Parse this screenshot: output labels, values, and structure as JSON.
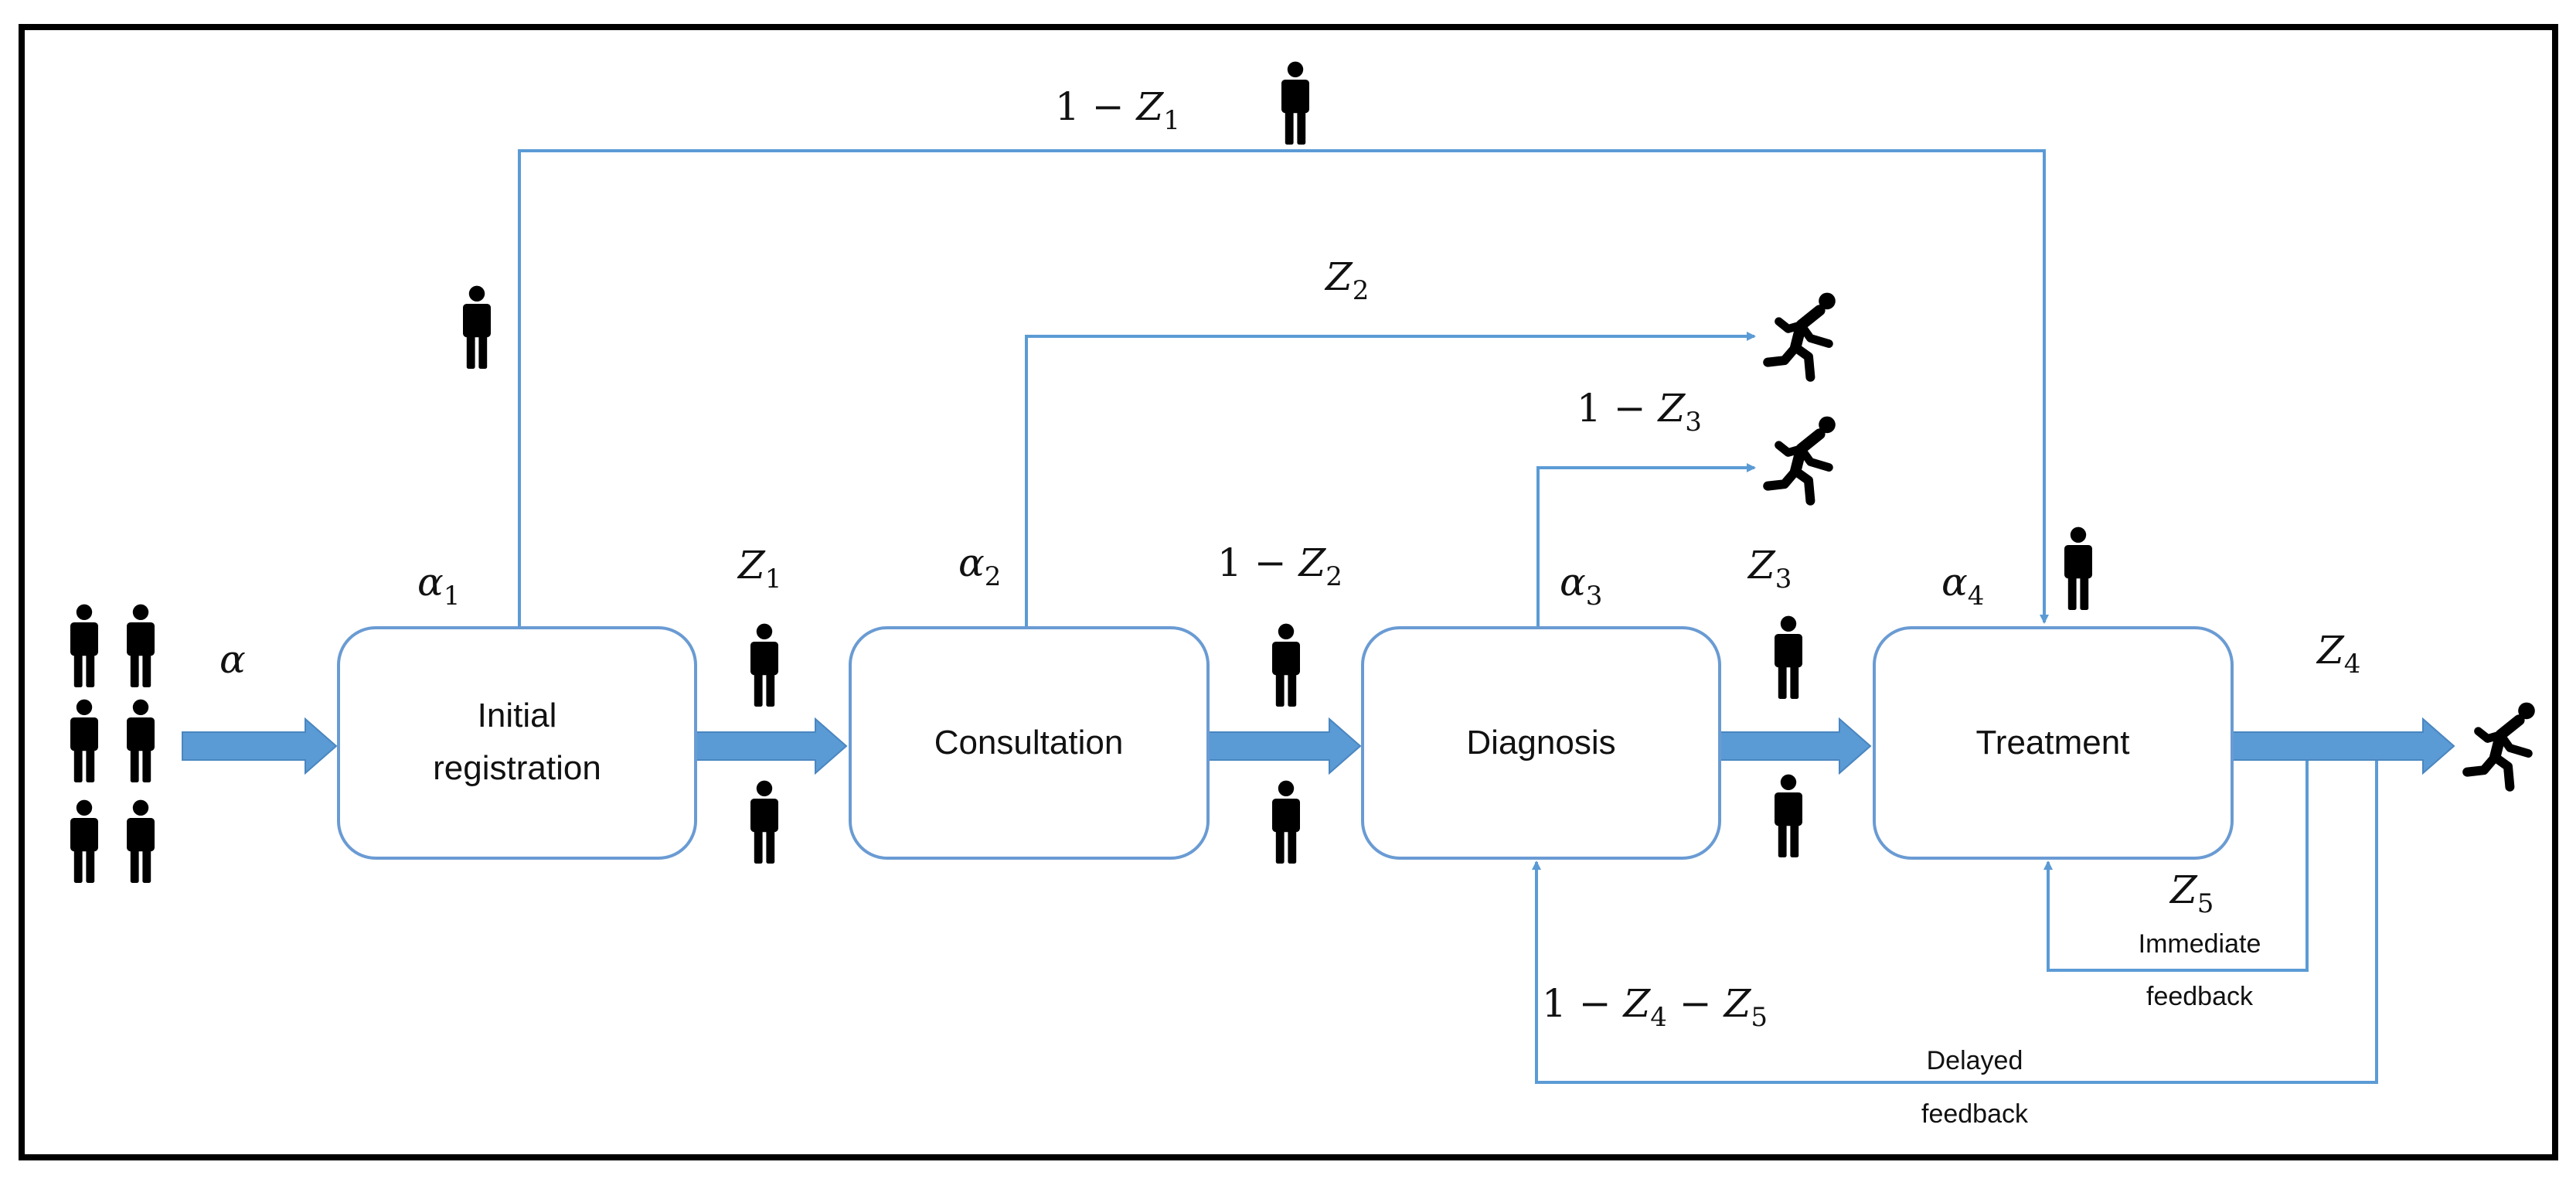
{
  "colors": {
    "flow": "#5b9bd5",
    "box_stroke": "#6a9bd3",
    "frame": "#000000",
    "person": "#000000"
  },
  "stages": {
    "initial_registration_line1": "Initial",
    "initial_registration_line2": "registration",
    "consultation": "Consultation",
    "diagnosis": "Diagnosis",
    "treatment": "Treatment"
  },
  "feedback": {
    "immediate_line1": "Immediate",
    "immediate_line2": "feedback",
    "delayed_line1": "Delayed",
    "delayed_line2": "feedback"
  },
  "symbols": {
    "alpha": "α",
    "alpha_sub_1": "1",
    "alpha_sub_2": "2",
    "alpha_sub_3": "3",
    "alpha_sub_4": "4",
    "z": "Z",
    "one_minus": "1 − ",
    "minus": " − ",
    "z_sub_1": "1",
    "z_sub_2": "2",
    "z_sub_3": "3",
    "z_sub_4": "4",
    "z_sub_5": "5"
  },
  "icons": {
    "standing": "standing-person-icon",
    "running": "running-person-icon"
  }
}
